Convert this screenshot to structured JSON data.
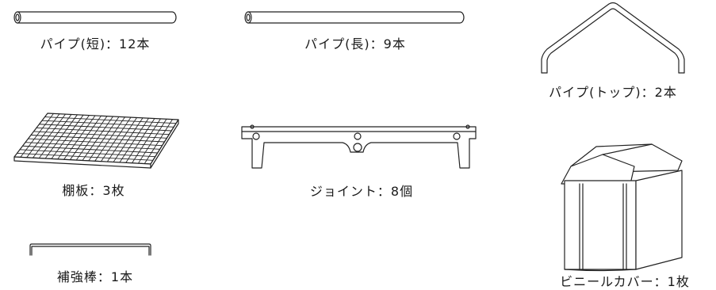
{
  "parts": {
    "pipe_short": {
      "label": "パイプ(短)：12本"
    },
    "pipe_long": {
      "label": "パイプ(長)：9本"
    },
    "pipe_top": {
      "label": "パイプ(トップ)：2本"
    },
    "shelf_board": {
      "label": "棚板：3枚"
    },
    "joint": {
      "label": "ジョイント：8個"
    },
    "reinforcement_bar": {
      "label": "補強棒：1本"
    },
    "vinyl_cover": {
      "label": "ビニールカバー：1枚"
    }
  }
}
